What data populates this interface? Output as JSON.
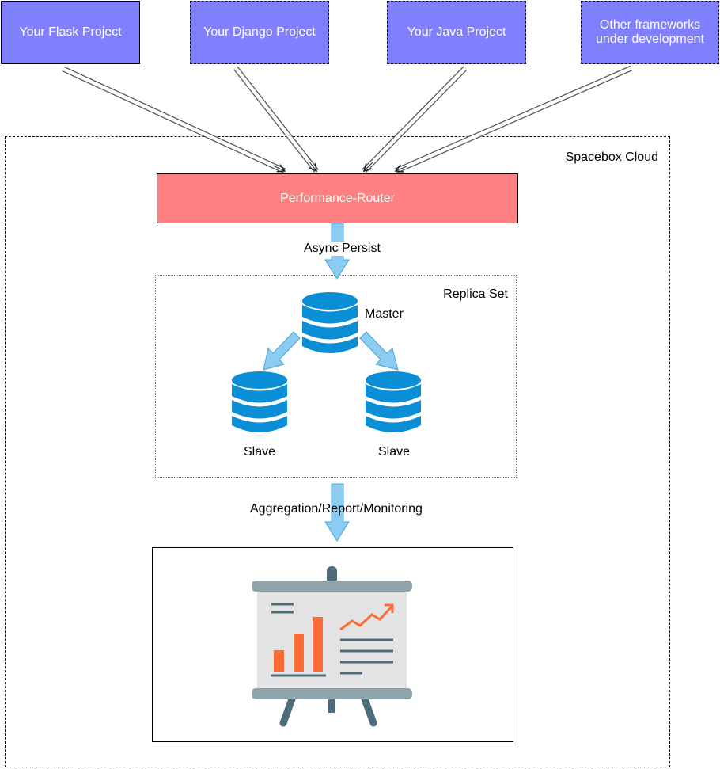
{
  "projects": [
    {
      "label": "Your Flask Project",
      "style": "solid"
    },
    {
      "label": "Your Django Project",
      "style": "dashed"
    },
    {
      "label": "Your Java Project",
      "style": "dashed"
    },
    {
      "label": "Other frameworks under development",
      "style": "dashed"
    }
  ],
  "cloud": {
    "label": "Spacebox Cloud"
  },
  "router": {
    "label": "Performance-Router"
  },
  "edges": {
    "persist": "Async Persist",
    "reporting": "Aggregation/Report/Monitoring"
  },
  "replica": {
    "label": "Replica Set",
    "master": "Master",
    "slave_left": "Slave",
    "slave_right": "Slave"
  },
  "report": {
    "icon": "presentation-board-chart-icon"
  },
  "colors": {
    "project_fill": "#8080ff",
    "router_fill": "#ff8080",
    "database": "#0a8fd6",
    "arrow_fill": "#8ccbf2",
    "bars": "#ff6b35"
  }
}
